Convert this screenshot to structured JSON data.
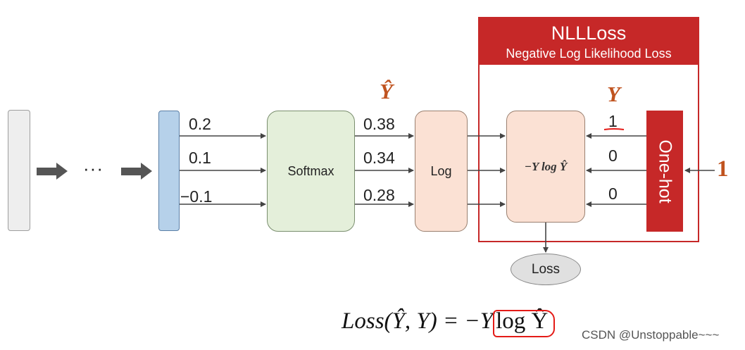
{
  "nll": {
    "title": "NLLLoss",
    "subtitle": "Negative Log Likelihood Loss"
  },
  "network": {
    "ellipsis": "···"
  },
  "logits": [
    "0.2",
    "0.1",
    "−0.1"
  ],
  "softmax": {
    "label": "Softmax"
  },
  "probabilities": {
    "symbol": "Ŷ",
    "values": [
      "0.38",
      "0.34",
      "0.28"
    ]
  },
  "log": {
    "label": "Log"
  },
  "loss_function": {
    "label": "−Y log Ŷ"
  },
  "target": {
    "symbol": "Y",
    "values": [
      "1",
      "0",
      "0"
    ]
  },
  "onehot": {
    "label": "One-hot"
  },
  "class_input": "1",
  "loss_output": {
    "label": "Loss"
  },
  "formula": {
    "lhs": "Loss",
    "args": "(Ŷ, Y)",
    "eq": "= −Y",
    "highlight": "log Ŷ"
  },
  "watermark": "CSDN @Unstoppable~~~",
  "colors": {
    "nll_red": "#c62828",
    "annotation_red": "#e41b17",
    "symbol_orange": "#c0531f",
    "softmax_green": "#e4efda",
    "log_peach": "#fbe1d4",
    "hidden_blue": "#b6d1ea"
  }
}
